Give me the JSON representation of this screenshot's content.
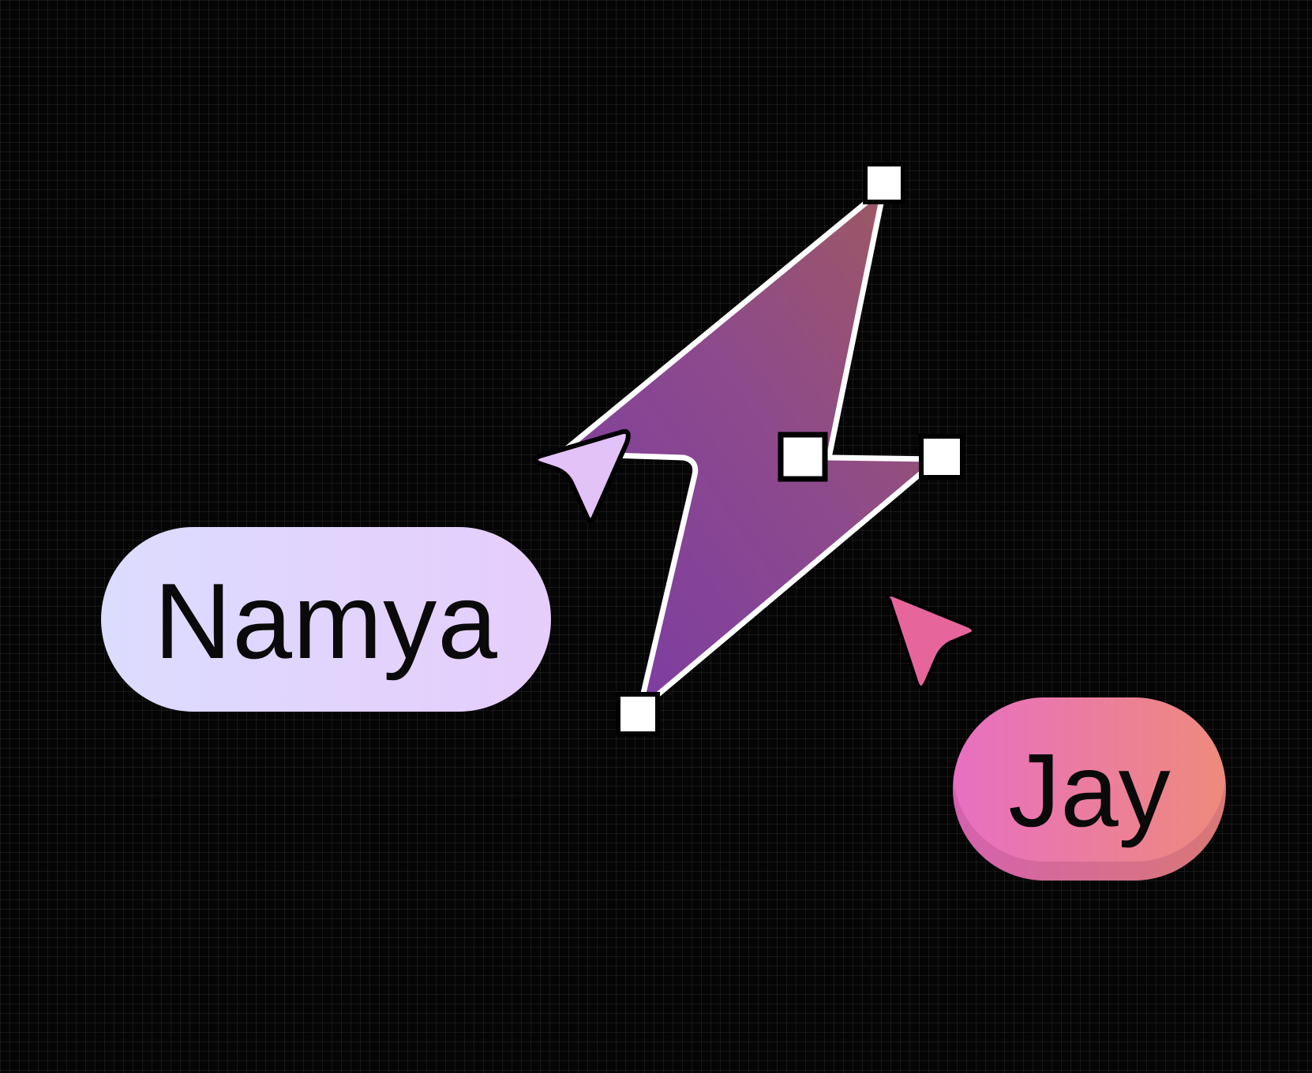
{
  "canvas": {
    "background_color": "#050505",
    "grid_color": "rgba(255,255,255,0.07)"
  },
  "shape": {
    "name": "lightning-bolt",
    "fill_start": "#7e3fa2",
    "fill_end": "#9a5a66",
    "stroke": "#ffffff",
    "handle_fill": "#ffffff",
    "handle_stroke": "#000000"
  },
  "collaborators": [
    {
      "name": "Namya",
      "cursor_icon": "cursor-arrow-icon",
      "cursor_color": "#e3c2f8",
      "tag_gradient": [
        "#dcdcff",
        "#e6cdfb"
      ]
    },
    {
      "name": "Jay",
      "cursor_icon": "cursor-arrow-icon",
      "cursor_color": "#e6669c",
      "tag_gradient": [
        "#e86fc2",
        "#ee8a7c"
      ]
    }
  ]
}
